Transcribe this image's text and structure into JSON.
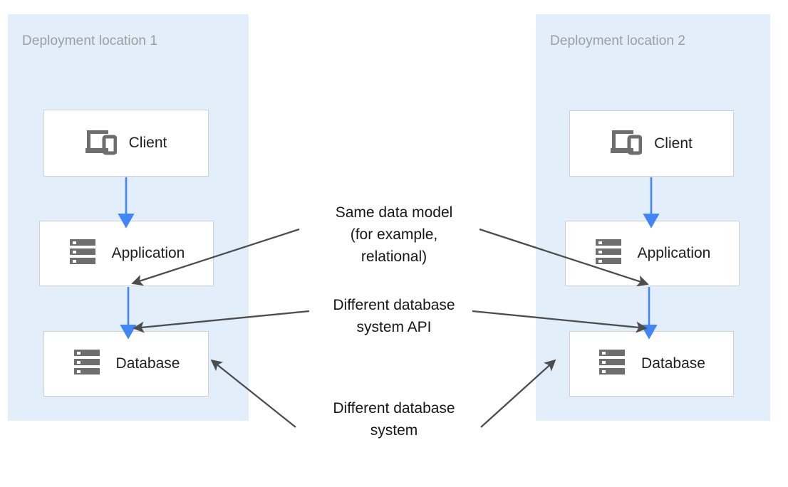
{
  "diagram": {
    "background_color": "#ffffff",
    "zone_fill": "#e3eefb",
    "zone_title_color": "#9e9e9e",
    "node_border_color": "#d0d0d0",
    "node_fill": "#ffffff",
    "primary_arrow_color": "#4285f4",
    "annotation_arrow_color": "#4d4d4d",
    "icon_color": "#6e6e6e"
  },
  "zones": [
    {
      "title": "Deployment location 1"
    },
    {
      "title": "Deployment location 2"
    }
  ],
  "nodes": {
    "left": [
      {
        "label": "Client",
        "icon": "devices-icon"
      },
      {
        "label": "Application",
        "icon": "server-stack-icon"
      },
      {
        "label": "Database",
        "icon": "server-stack-icon"
      }
    ],
    "right": [
      {
        "label": "Client",
        "icon": "devices-icon"
      },
      {
        "label": "Application",
        "icon": "server-stack-icon"
      },
      {
        "label": "Database",
        "icon": "server-stack-icon"
      }
    ]
  },
  "annotations": [
    {
      "text": "Same data model\n(for example,\nrelational)",
      "targets": [
        "left-application",
        "right-application"
      ]
    },
    {
      "text": "Different database\nsystem API",
      "targets": [
        "left-database",
        "right-database"
      ]
    },
    {
      "text": "Different database\nsystem",
      "targets": [
        "left-database",
        "right-database"
      ]
    }
  ],
  "flows": {
    "left": [
      "Client to Application",
      "Application to Database"
    ],
    "right": [
      "Client to Application",
      "Application to Database"
    ]
  }
}
